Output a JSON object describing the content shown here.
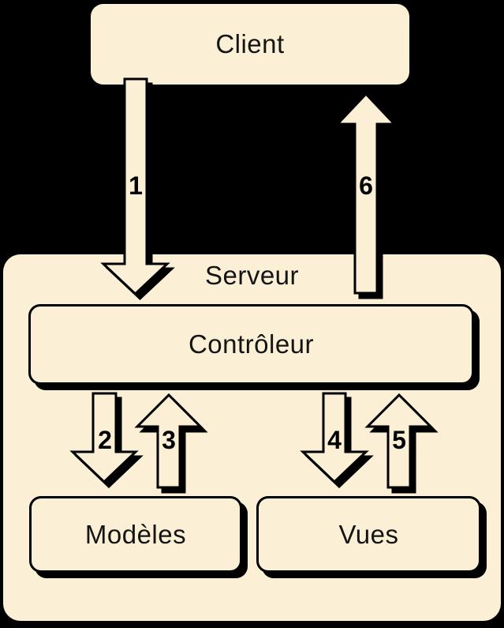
{
  "diagram": {
    "background_color": "#000000",
    "box_fill_color": "#FBF0D5",
    "outline_color": "#000000",
    "nodes": {
      "client": {
        "label": "Client"
      },
      "server": {
        "label": "Serveur"
      },
      "controller": {
        "label": "Contrôleur"
      },
      "models": {
        "label": "Modèles"
      },
      "views": {
        "label": "Vues"
      }
    },
    "arrows": [
      {
        "label": "1",
        "direction": "down"
      },
      {
        "label": "2",
        "direction": "down"
      },
      {
        "label": "3",
        "direction": "up"
      },
      {
        "label": "4",
        "direction": "down"
      },
      {
        "label": "5",
        "direction": "up"
      },
      {
        "label": "6",
        "direction": "up"
      }
    ]
  }
}
